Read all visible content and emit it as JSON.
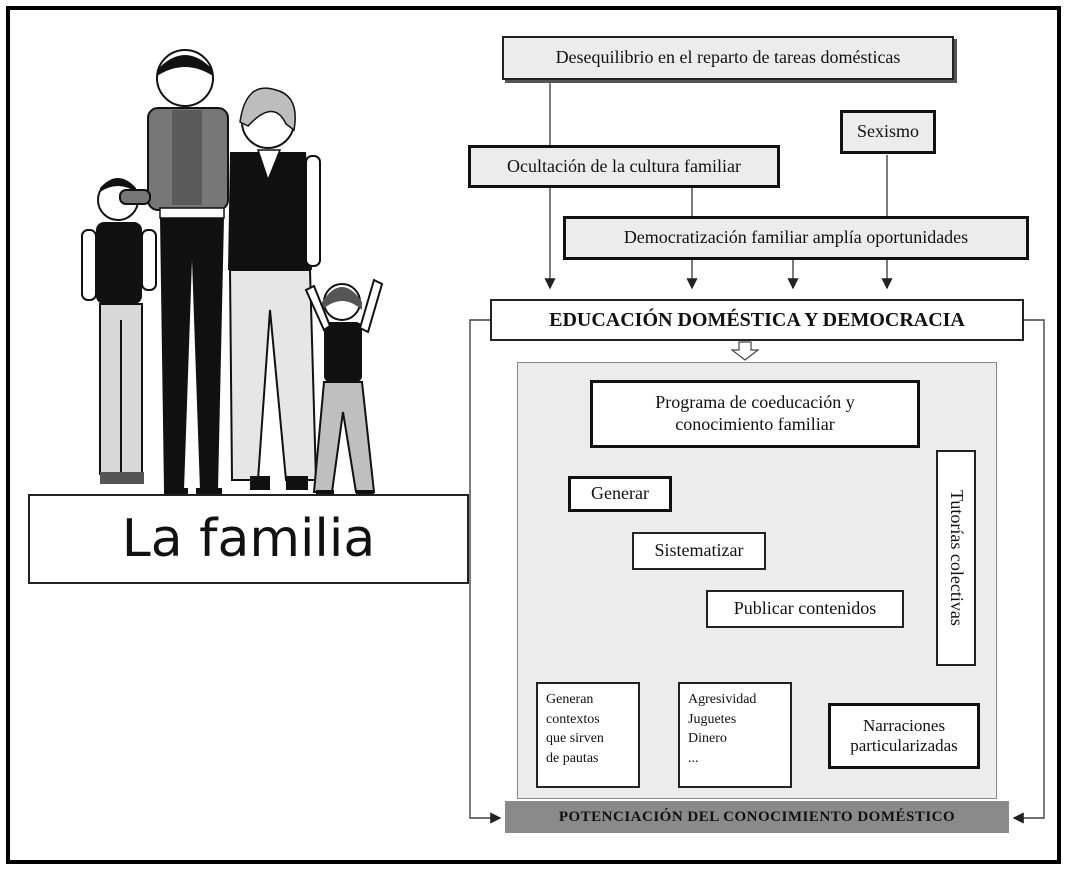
{
  "left_caption": "La familia",
  "diagram": {
    "top_box": "Desequilibrio en el reparto de tareas domésticas",
    "sexism_box": "Sexismo",
    "hidden_culture_box": "Ocultación de la cultura familiar",
    "democratization_box": "Democratización familiar amplía oportunidades",
    "central_title": "EDUCACIÓN DOMÉSTICA Y DEMOCRACIA",
    "program_box": "Programa de coeducación y conocimiento familiar",
    "actions": [
      "Generar",
      "Sistematizar",
      "Publicar contenidos"
    ],
    "tutorias_box": "Tutorías colectivas",
    "narraciones_box": "Narraciones particularizadas",
    "topics_box": [
      "Agresividad",
      "Juguetes",
      "Dinero",
      "..."
    ],
    "contexts_box": [
      "Generan",
      "contextos",
      "que sirven",
      "de pautas"
    ],
    "bottom_bar": "POTENCIACIÓN DEL CONOCIMIENTO DOMÉSTICO"
  },
  "colors": {
    "panel_grey": "#ececec",
    "bar_grey": "#8a8a8a",
    "line": "#444444"
  }
}
